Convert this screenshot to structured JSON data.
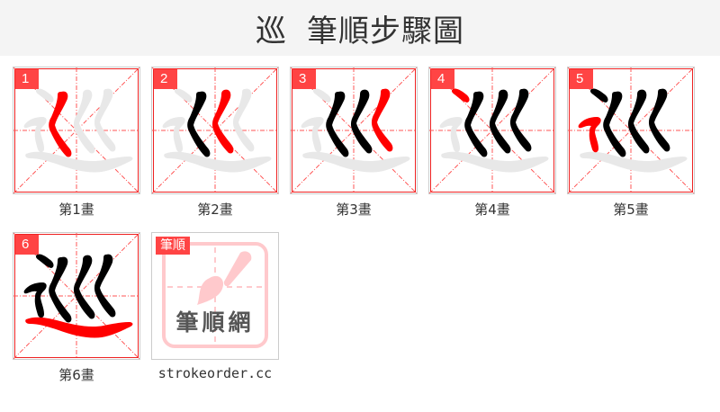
{
  "header": {
    "character": "巡",
    "title": "筆順步驟圖"
  },
  "colors": {
    "active_stroke": "#ff0000",
    "done_stroke": "#000000",
    "ghost_stroke": "#e8e8e8",
    "grid_line": "#ff5555",
    "badge_bg": "#ff4444",
    "header_bg": "#f4f4f4"
  },
  "steps": [
    {
      "number": "1",
      "caption": "第1畫"
    },
    {
      "number": "2",
      "caption": "第2畫"
    },
    {
      "number": "3",
      "caption": "第3畫"
    },
    {
      "number": "4",
      "caption": "第4畫"
    },
    {
      "number": "5",
      "caption": "第5畫"
    },
    {
      "number": "6",
      "caption": "第6畫"
    }
  ],
  "logo": {
    "badge": "筆順",
    "text": "筆順網",
    "caption": "strokeorder.cc"
  }
}
